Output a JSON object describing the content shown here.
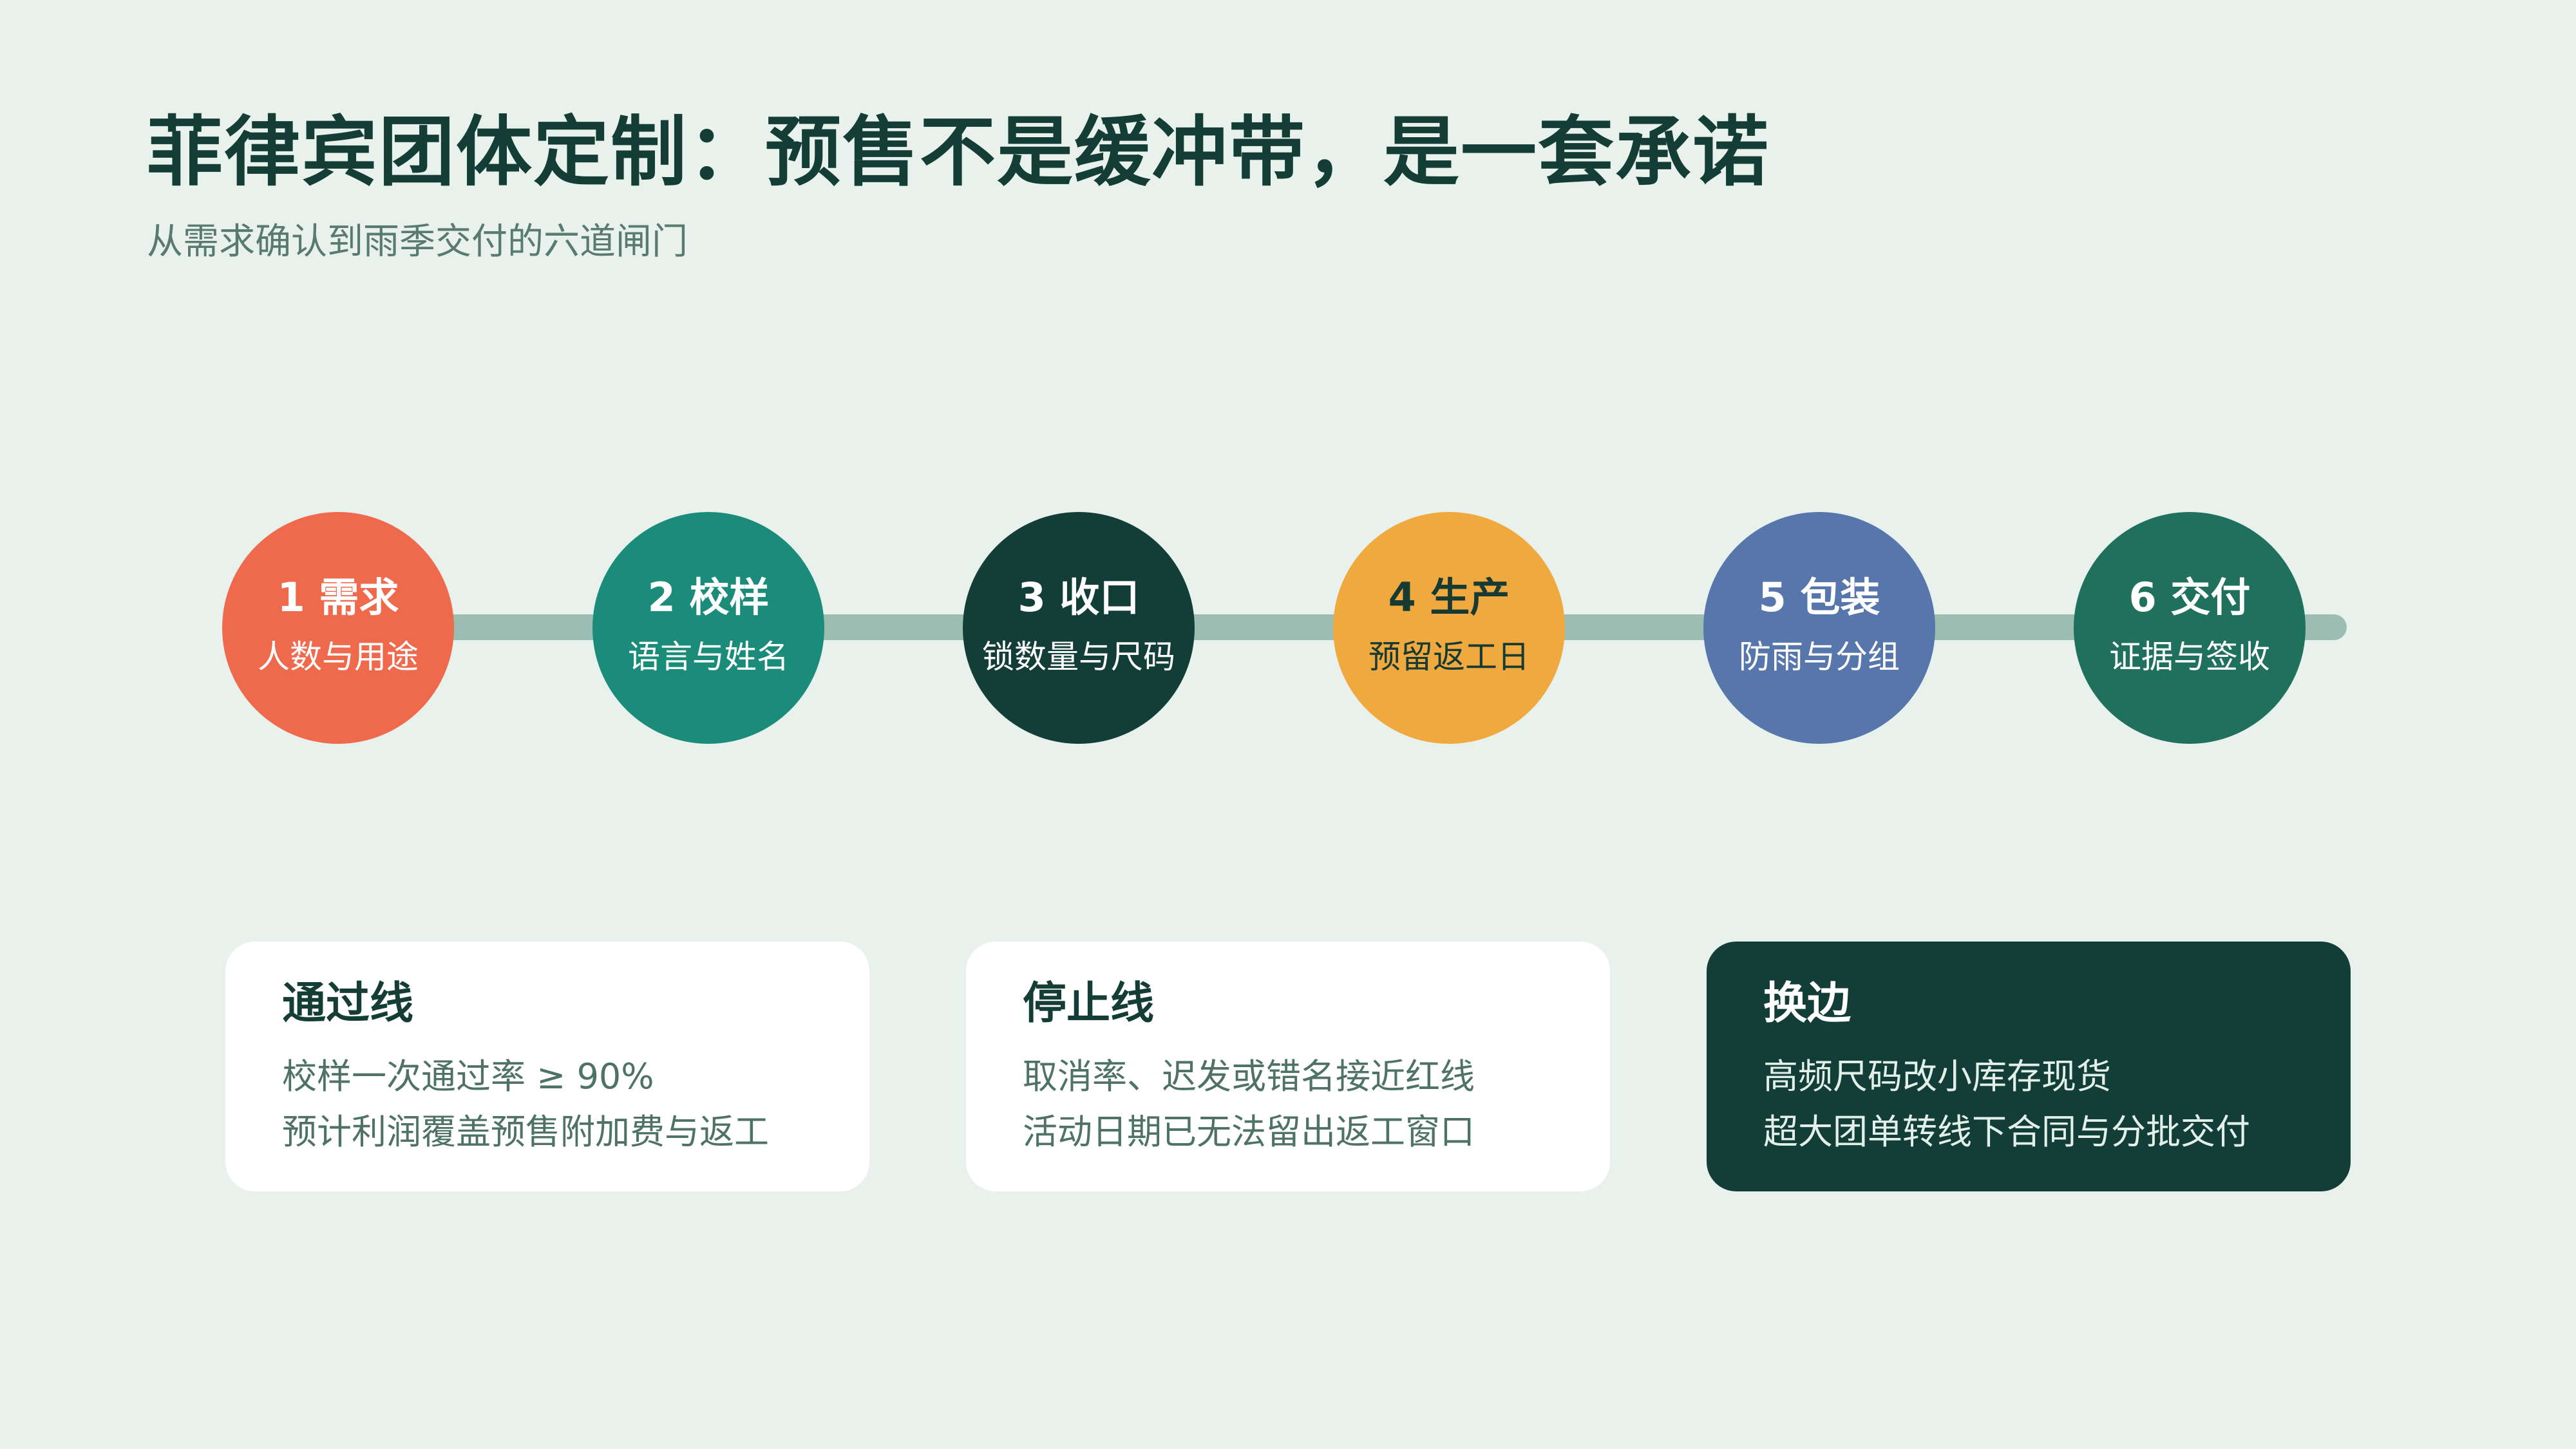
{
  "header": {
    "title": "菲律宾团体定制：预售不是缓冲带，是一套承诺",
    "subtitle": "从需求确认到雨季交付的六道闸门"
  },
  "steps": [
    {
      "title": "1 需求",
      "subtitle": "人数与用途"
    },
    {
      "title": "2 校样",
      "subtitle": "语言与姓名"
    },
    {
      "title": "3 收口",
      "subtitle": "锁数量与尺码"
    },
    {
      "title": "4 生产",
      "subtitle": "预留返工日"
    },
    {
      "title": "5 包装",
      "subtitle": "防雨与分组"
    },
    {
      "title": "6 交付",
      "subtitle": "证据与签收"
    }
  ],
  "cards": [
    {
      "title": "通过线",
      "lines": [
        "校样一次通过率 ≥ 90%",
        "预计利润覆盖预售附加费与返工"
      ]
    },
    {
      "title": "停止线",
      "lines": [
        "取消率、迟发或错名接近红线",
        "活动日期已无法留出返工窗口"
      ]
    },
    {
      "title": "换边",
      "lines": [
        "高频尺码改小库存现货",
        "超大团单转线下合同与分批交付"
      ]
    }
  ],
  "colors": {
    "background": "#e9f1ec",
    "step1": "#ef6a4c",
    "step2": "#1a8c79",
    "step3": "#133e37",
    "step4": "#f0a93e",
    "step5": "#5776ab",
    "step6": "#20705e",
    "timeline": "#9bbdb2",
    "dark_card": "#133e37"
  }
}
